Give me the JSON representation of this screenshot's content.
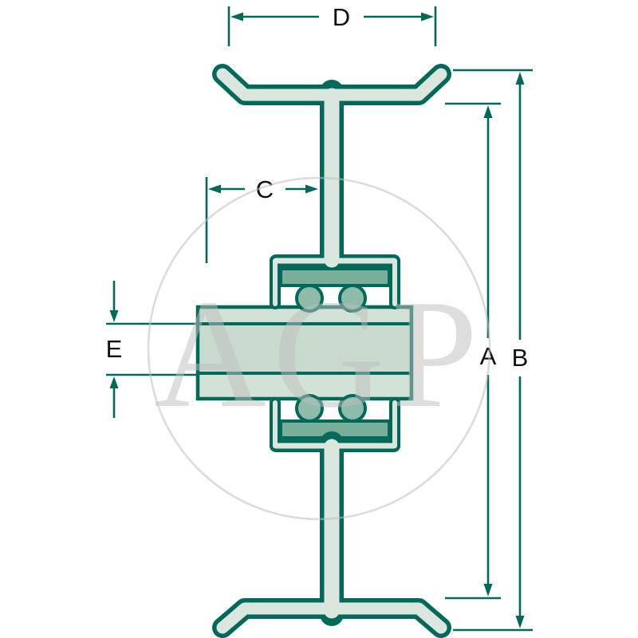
{
  "diagram": {
    "type": "wheel-cross-section-dimension-drawing",
    "labels": {
      "d": "D",
      "c": "C",
      "e": "E",
      "a": "A",
      "b": "B"
    },
    "colors": {
      "dimension_and_outline": "#00695a",
      "body_fill": "#dbe6df",
      "hub_fill": "#d3e2d7",
      "bore_fill": "#c8dbce",
      "race_fill": "#79ae99",
      "ball_fill": "#8fbcaa",
      "label_color": "#101010",
      "watermark_color": "#bfbfbf",
      "background": "#ffffff"
    },
    "watermark": {
      "text": "AGP"
    }
  }
}
